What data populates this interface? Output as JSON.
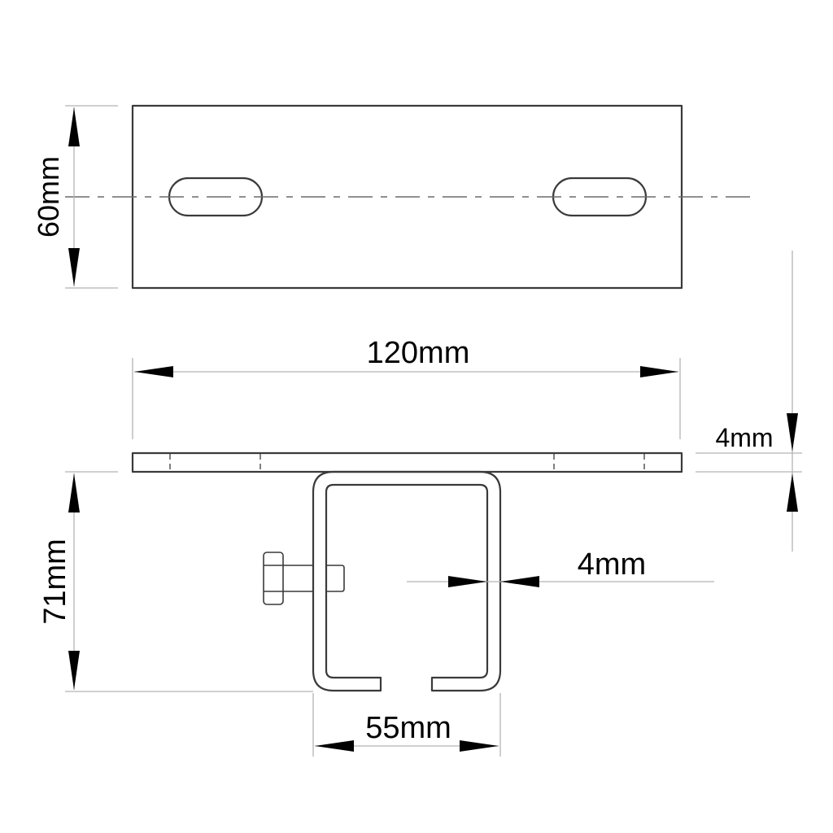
{
  "drawing": {
    "type": "technical-drawing",
    "subject": "wall mounting bracket with C-channel track hanger",
    "views": [
      "top view of mounting plate",
      "front view of plate with channel and bolt"
    ]
  },
  "dimensions": {
    "plate_height": "60mm",
    "plate_length": "120mm",
    "plate_thickness": "4mm",
    "channel_height": "71mm",
    "channel_wall_thickness": "4mm",
    "channel_width": "55mm"
  },
  "colors": {
    "line": "#3a3a3a",
    "dimension_line": "#b4b4b4",
    "text": "#000000",
    "background": "#ffffff"
  }
}
